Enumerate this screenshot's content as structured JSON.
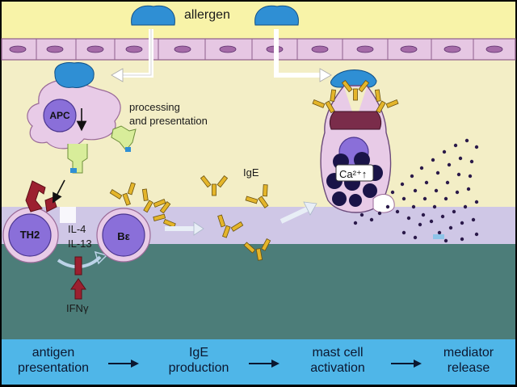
{
  "labels": {
    "allergen": "allergen",
    "processing": "processing",
    "presentation": "and presentation",
    "ige": "IgE",
    "il4": "IL-4",
    "il13": "IL-13",
    "ifn": "IFNγ",
    "apc": "APC",
    "th2": "TH2",
    "be": "Bε",
    "ca": "Ca²⁺↑"
  },
  "stages": [
    {
      "line1": "antigen",
      "line2": "presentation"
    },
    {
      "line1": "IgE",
      "line2": "production"
    },
    {
      "line1": "mast cell",
      "line2": "activation"
    },
    {
      "line1": "mediator",
      "line2": "release"
    }
  ],
  "colors": {
    "background_upper": "#f3eec6",
    "epithelium": "#e6c7e3",
    "lavender_band": "#cfc7e6",
    "lower_teal": "#4c7d79",
    "bottom_bar": "#4fb6e8",
    "allergen": "#2f8fd4",
    "antibody": "#e4b52a",
    "cell_purple": "#8a6fd9",
    "granule": "#1a1448",
    "ifn_arrow": "#8c1f2a"
  }
}
